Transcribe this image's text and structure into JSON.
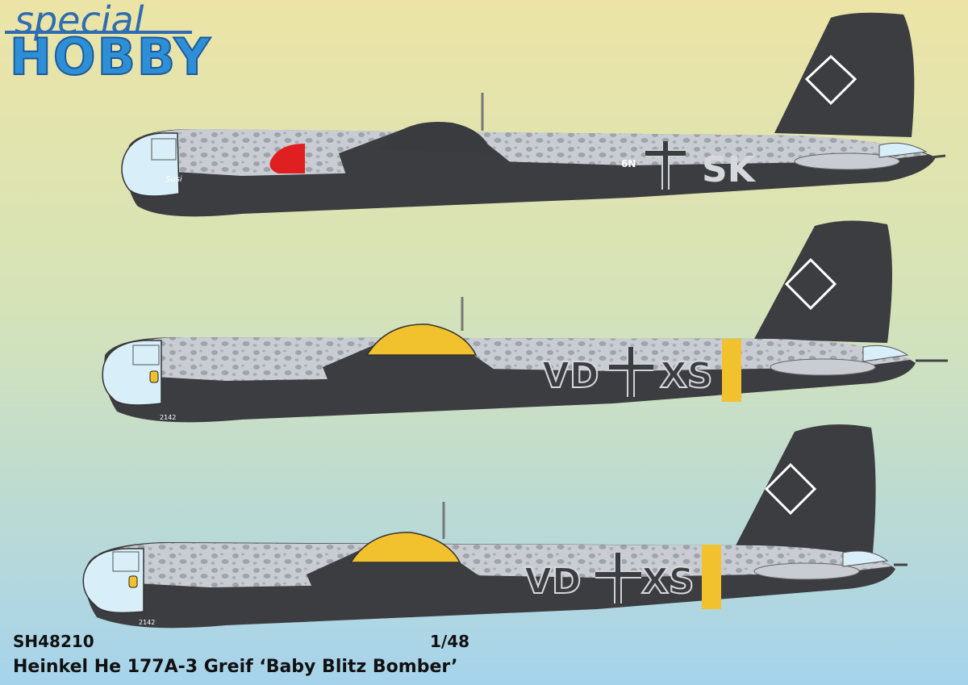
{
  "brand": {
    "line1": "special",
    "line2": "HOBBY"
  },
  "product": {
    "code": "SH48210",
    "scale": "1/48",
    "title": "Heinkel He 177A-3 Greif ‘Baby Blitz Bomber’"
  },
  "aircraft": [
    {
      "code_left": "6N",
      "code_right": "SK",
      "nose_name": "Susi",
      "yellow_band": false,
      "turret_color": "#3a3b3e",
      "nose_marking": "red"
    },
    {
      "code_left": "VD",
      "code_right": "XS",
      "nose_name": "2142",
      "yellow_band": true,
      "turret_color": "#f2c12e",
      "nose_marking": "emblem"
    },
    {
      "code_left": "VD",
      "code_right": "XS",
      "nose_name": "2142",
      "yellow_band": true,
      "turret_color": "#f2c12e",
      "nose_marking": "emblem"
    }
  ],
  "colors": {
    "bg_top": "#ece4a6",
    "bg_bottom": "#a6d3ec",
    "dark_grey": "#3c3d40",
    "light_mottle": "#c8ccd2",
    "mottle_spot": "#9aa0a8",
    "glass": "#d8eef8",
    "yellow": "#f2c12e",
    "red": "#e02020",
    "brand_blue": "#2f8fd6"
  }
}
